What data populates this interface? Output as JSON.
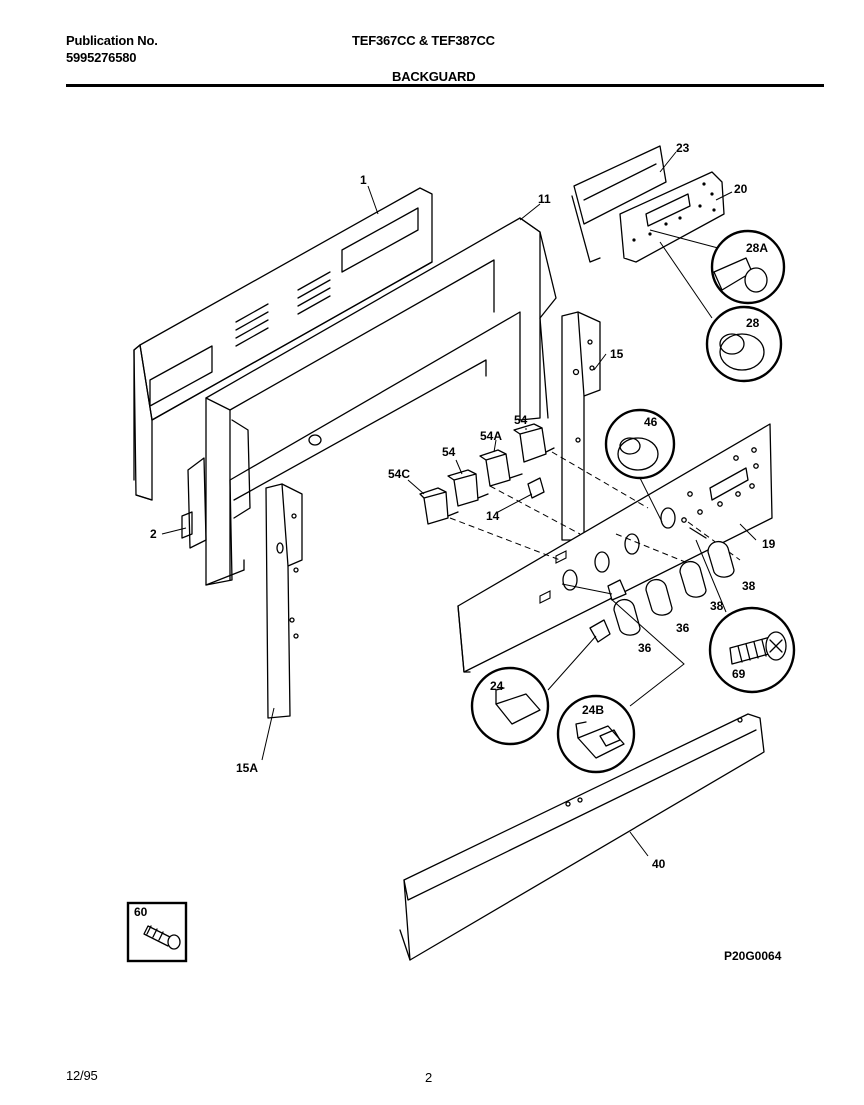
{
  "header": {
    "publication_label": "Publication No.",
    "publication_number": "5995276580",
    "models": "TEF367CC & TEF387CC",
    "section": "BACKGUARD"
  },
  "footer": {
    "date": "12/95",
    "page": "2",
    "drawing_id": "P20G0064"
  },
  "parts": {
    "p1": "1",
    "p2": "2",
    "p11": "11",
    "p14": "14",
    "p15": "15",
    "p15a": "15A",
    "p19": "19",
    "p20": "20",
    "p23": "23",
    "p24": "24",
    "p24b": "24B",
    "p28": "28",
    "p28a": "28A",
    "p36a": "36",
    "p36b": "36",
    "p38a": "38",
    "p38b": "38",
    "p40": "40",
    "p46": "46",
    "p54a_1": "54",
    "p54a": "54A",
    "p54_2": "54",
    "p54c": "54C",
    "p60": "60",
    "p69": "69"
  }
}
